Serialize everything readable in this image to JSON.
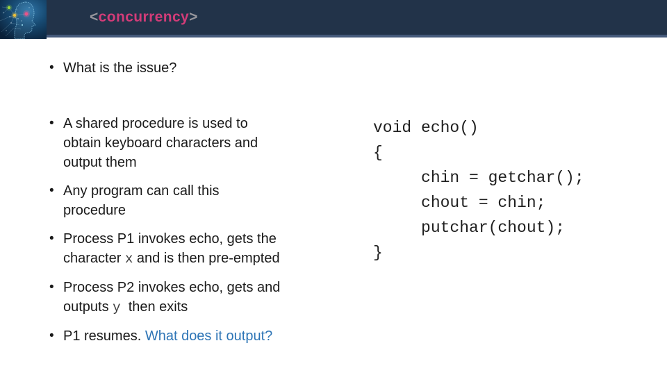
{
  "header": {
    "title": {
      "open": "<",
      "word": "concurrency",
      "close": ">"
    },
    "logo": "digital-brain-head-illustration",
    "colors": {
      "bar": "#223349",
      "bar_border": "#44597a",
      "title_word": "#d23c78",
      "title_bracket": "#97969c"
    }
  },
  "slide": {
    "bullets": [
      {
        "extra_space_after": true,
        "segments": [
          {
            "text": "What is the issue?"
          }
        ]
      },
      {
        "segments": [
          {
            "text": "A shared procedure is used to\nobtain keyboard characters and\noutput them"
          }
        ]
      },
      {
        "segments": [
          {
            "text": "Any program can call this\nprocedure"
          }
        ]
      },
      {
        "segments": [
          {
            "text": "Process P1 invokes echo, gets the\ncharacter "
          },
          {
            "text": "x",
            "style": "mono"
          },
          {
            "text": " and is then pre-empted"
          }
        ]
      },
      {
        "segments": [
          {
            "text": "Process P2 invokes echo, gets and\noutputs "
          },
          {
            "text": "y",
            "style": "mono"
          },
          {
            "text": "  then exits"
          }
        ]
      },
      {
        "segments": [
          {
            "text": "P1 resumes. "
          },
          {
            "text": "What does it output?",
            "style": "blue"
          }
        ]
      }
    ],
    "code": {
      "lines": [
        "void echo()",
        "{",
        "     chin = getchar();",
        "     chout = chin;",
        "     putchar(chout);",
        "}"
      ]
    },
    "colors": {
      "text": "#1a1a1a",
      "question_blue": "#2e75b6",
      "inline_code": "#3d3d3d"
    }
  }
}
